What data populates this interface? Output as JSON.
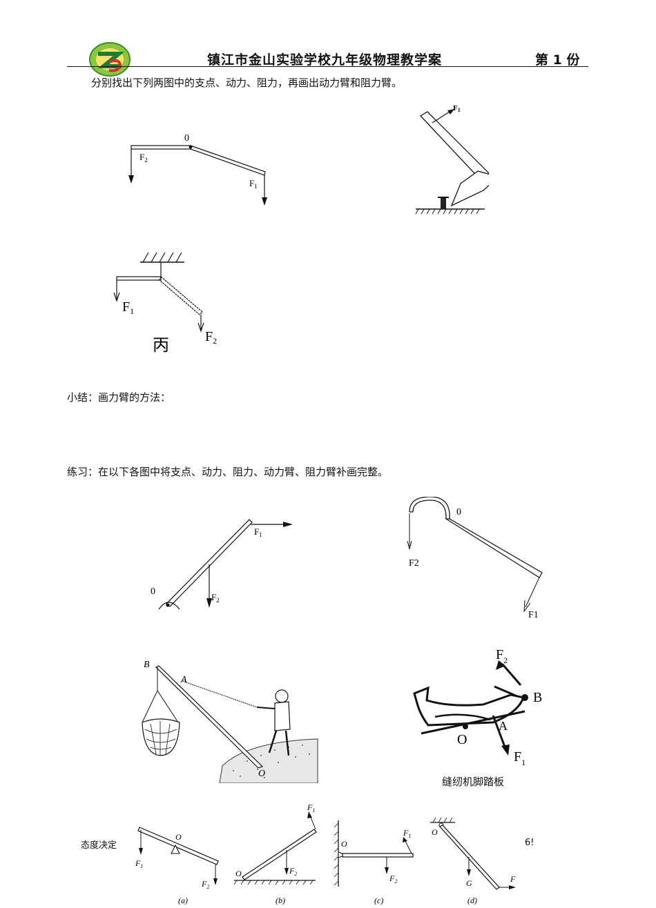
{
  "header": {
    "title": "镇江市金山实验学校九年级物理教学案",
    "page": "第 1 份"
  },
  "instructions": {
    "task1": "分别找出下列两图中的支点、动力、阻力，再画出动力臂和阻力臂。",
    "summary": "小结：画力臂的方法：",
    "practice": "练习：在以下各图中将支点、动力、阻力、动力臂、阻力臂补画完整。"
  },
  "figures": {
    "fig1": {
      "o": "0",
      "f1": "F",
      "f1_sub": "1",
      "f2": "F",
      "f2_sub": "2"
    },
    "fig2": {
      "f1": "F",
      "f1_sub": "1"
    },
    "fig3": {
      "f1": "F",
      "f1_sub": "1",
      "f2": "F",
      "f2_sub": "2",
      "caption": "丙"
    },
    "fig4": {
      "o": "0",
      "f1": "F",
      "f1_sub": "1",
      "f2": "F",
      "f2_sub": "2"
    },
    "fig5": {
      "o": "0",
      "f1": "F1",
      "f2": "F2"
    },
    "fig6": {
      "a": "A",
      "b": "B",
      "o": "O"
    },
    "fig7": {
      "b": "B",
      "a": "A",
      "o": "O",
      "f1": "F",
      "f1_sub": "1",
      "f2": "F",
      "f2_sub": "2",
      "caption": "缝纫机脚踏板"
    },
    "row": {
      "a": {
        "o": "O",
        "f1": "F",
        "f1_sub": "1",
        "f2": "F",
        "f2_sub": "2",
        "caption": "(a)"
      },
      "b": {
        "o": "O",
        "f1": "F",
        "f1_sub": "1",
        "f2": "F",
        "f2_sub": "2",
        "caption": "(b)"
      },
      "c": {
        "o": "O",
        "f1": "F",
        "f1_sub": "1",
        "f2": "F",
        "f2_sub": "2",
        "caption": "(c)"
      },
      "d": {
        "o": "O",
        "g": "G",
        "f": "F",
        "caption": "(d)"
      }
    }
  },
  "footer": {
    "left": "态度决定",
    "right": "6!"
  }
}
